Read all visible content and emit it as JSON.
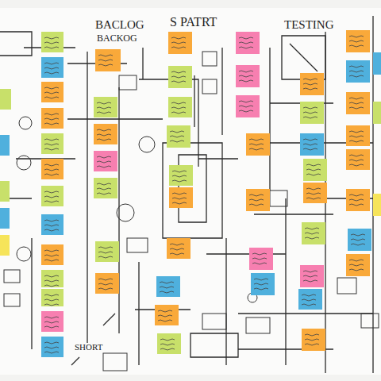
{
  "diagram": {
    "labels": [
      "BACLOG",
      "BACKOG",
      "S PATRT",
      "TESTING",
      "SHORT"
    ]
  }
}
